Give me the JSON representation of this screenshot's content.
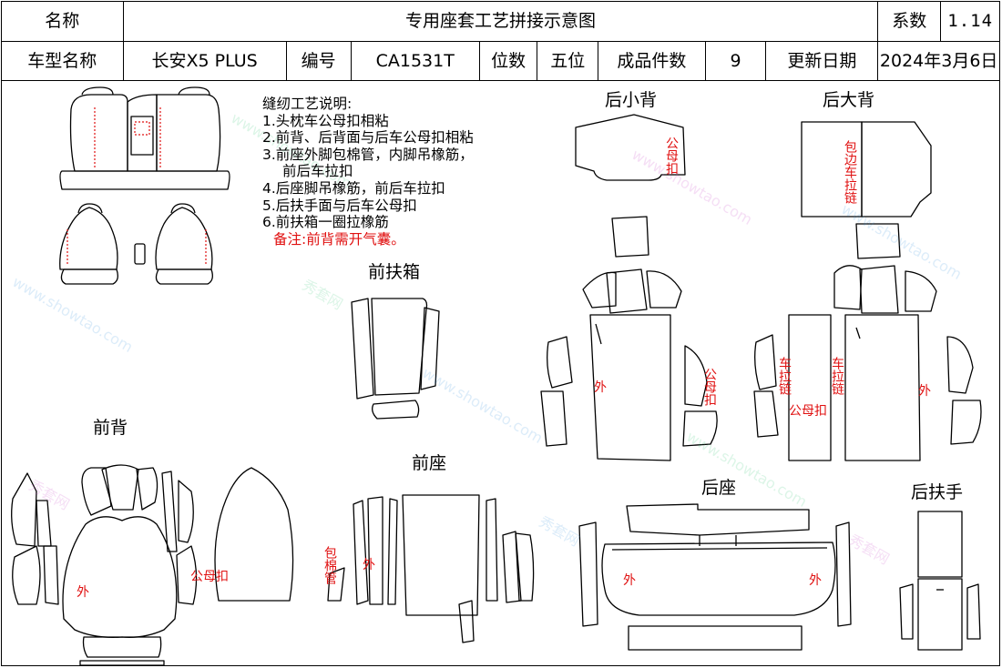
{
  "header": {
    "name_label": "名称",
    "title": "专用座套工艺拼接示意图",
    "coef_label": "系数",
    "coef_value": "1.14",
    "model_label": "车型名称",
    "model_value": "长安X5 PLUS",
    "code_label": "编号",
    "code_value": "CA1531T",
    "seats_label": "位数",
    "seats_value": "五位",
    "pieces_label": "成品件数",
    "pieces_value": "9",
    "update_label": "更新日期",
    "update_value": "2024年3月6日"
  },
  "notes": {
    "heading": "缝纫工艺说明:",
    "line1": "1.头枕车公母扣相粘",
    "line2": "2.前背、后背面与后车公母扣相粘",
    "line3a": "3.前座外脚包棉管，内脚吊橡筋，",
    "line3b": "前后车拉扣",
    "line4": "4.后座脚吊橡筋，前后车拉扣",
    "line5": "5.后扶手面与后车公母扣",
    "line6": "6.前扶箱一圈拉橡筋",
    "remark": "备注:前背需开气囊。"
  },
  "sections": {
    "rear_small_back": "后小背",
    "rear_big_back": "后大背",
    "front_armbox": "前扶箱",
    "front_back": "前背",
    "front_seat": "前座",
    "rear_seat": "后座",
    "rear_armrest": "后扶手"
  },
  "marks": {
    "snap": "公母扣",
    "outer": "外",
    "zipper_edge": "包边车拉链",
    "zipper": "车拉链",
    "cotton_tube": "包棉管"
  },
  "watermark": {
    "url": "www.showtao.com",
    "brand": "秀套网"
  }
}
